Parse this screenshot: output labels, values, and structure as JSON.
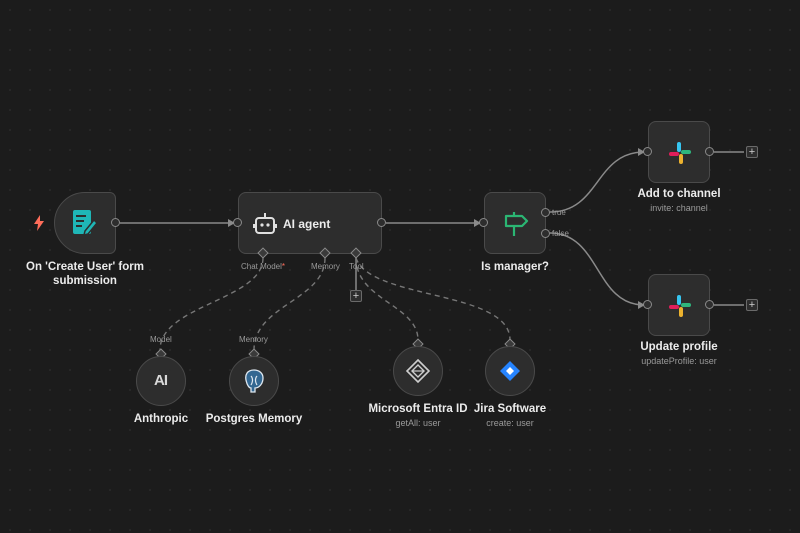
{
  "colors": {
    "background": "#1c1c1c",
    "node_fill": "#2d2d2d",
    "node_border": "#4a4a4a",
    "wire": "#8a8a8a",
    "trigger_accent": "#ff6d5a",
    "form_icon": "#1fb6b6",
    "if_icon": "#2bb673",
    "jira": "#2684ff"
  },
  "nodes": {
    "trigger": {
      "label": "On 'Create User' form submission",
      "icon": "form-icon",
      "badge_icon": "lightning-icon"
    },
    "agent": {
      "label": "AI agent",
      "icon": "robot-icon"
    },
    "agent_ports": {
      "chat_model": "Chat Model",
      "chat_model_required": "*",
      "memory": "Memory",
      "tool": "Tool"
    },
    "if": {
      "label": "Is manager?",
      "icon": "signpost-icon",
      "true_label": "true",
      "false_label": "false"
    },
    "slack_add": {
      "label": "Add to channel",
      "sublabel": "invite: channel",
      "icon": "slack-icon"
    },
    "slack_update": {
      "label": "Update profile",
      "sublabel": "updateProfile: user",
      "icon": "slack-icon"
    },
    "anthropic": {
      "label": "Anthropic",
      "port_label": "Model",
      "icon": "anthropic-icon",
      "icon_text": "AI"
    },
    "postgres": {
      "label": "Postgres Memory",
      "port_label": "Memory",
      "icon": "postgres-icon"
    },
    "entra": {
      "label": "Microsoft Entra ID",
      "sublabel": "getAll: user",
      "icon": "entra-icon"
    },
    "jira": {
      "label": "Jira Software",
      "sublabel": "create: user",
      "icon": "jira-icon"
    }
  },
  "add_button": "+"
}
